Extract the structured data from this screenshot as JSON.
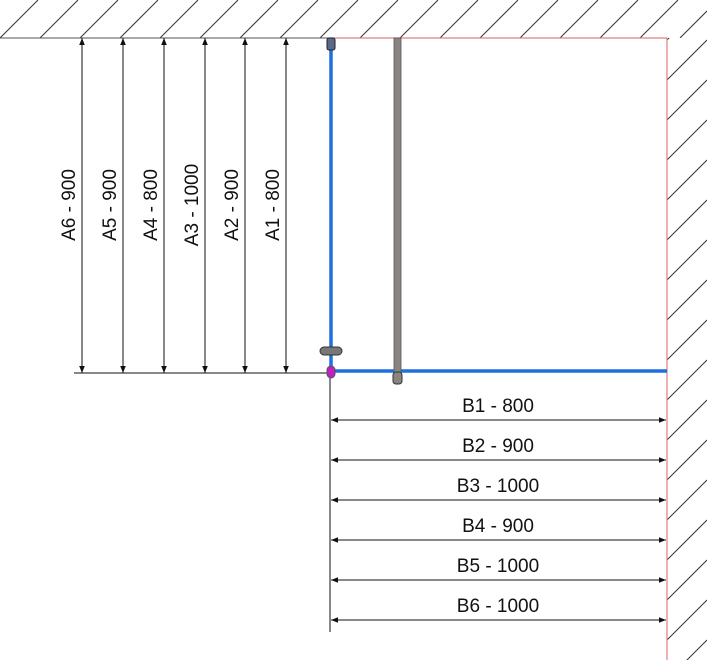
{
  "dimensions_a": [
    "A1 - 800",
    "A2 - 900",
    "A3 - 1000",
    "A4 - 800",
    "A5 - 900",
    "A6 - 900"
  ],
  "dimensions_b": [
    "B1 - 800",
    "B2 - 900",
    "B3 - 1000",
    "B4 - 900",
    "B5 - 1000",
    "B6 - 1000"
  ],
  "colors": {
    "glass": "#1e6fe0",
    "wall_line": "#e08080",
    "bar": "#8a8480",
    "hinge": "#c020c0"
  }
}
